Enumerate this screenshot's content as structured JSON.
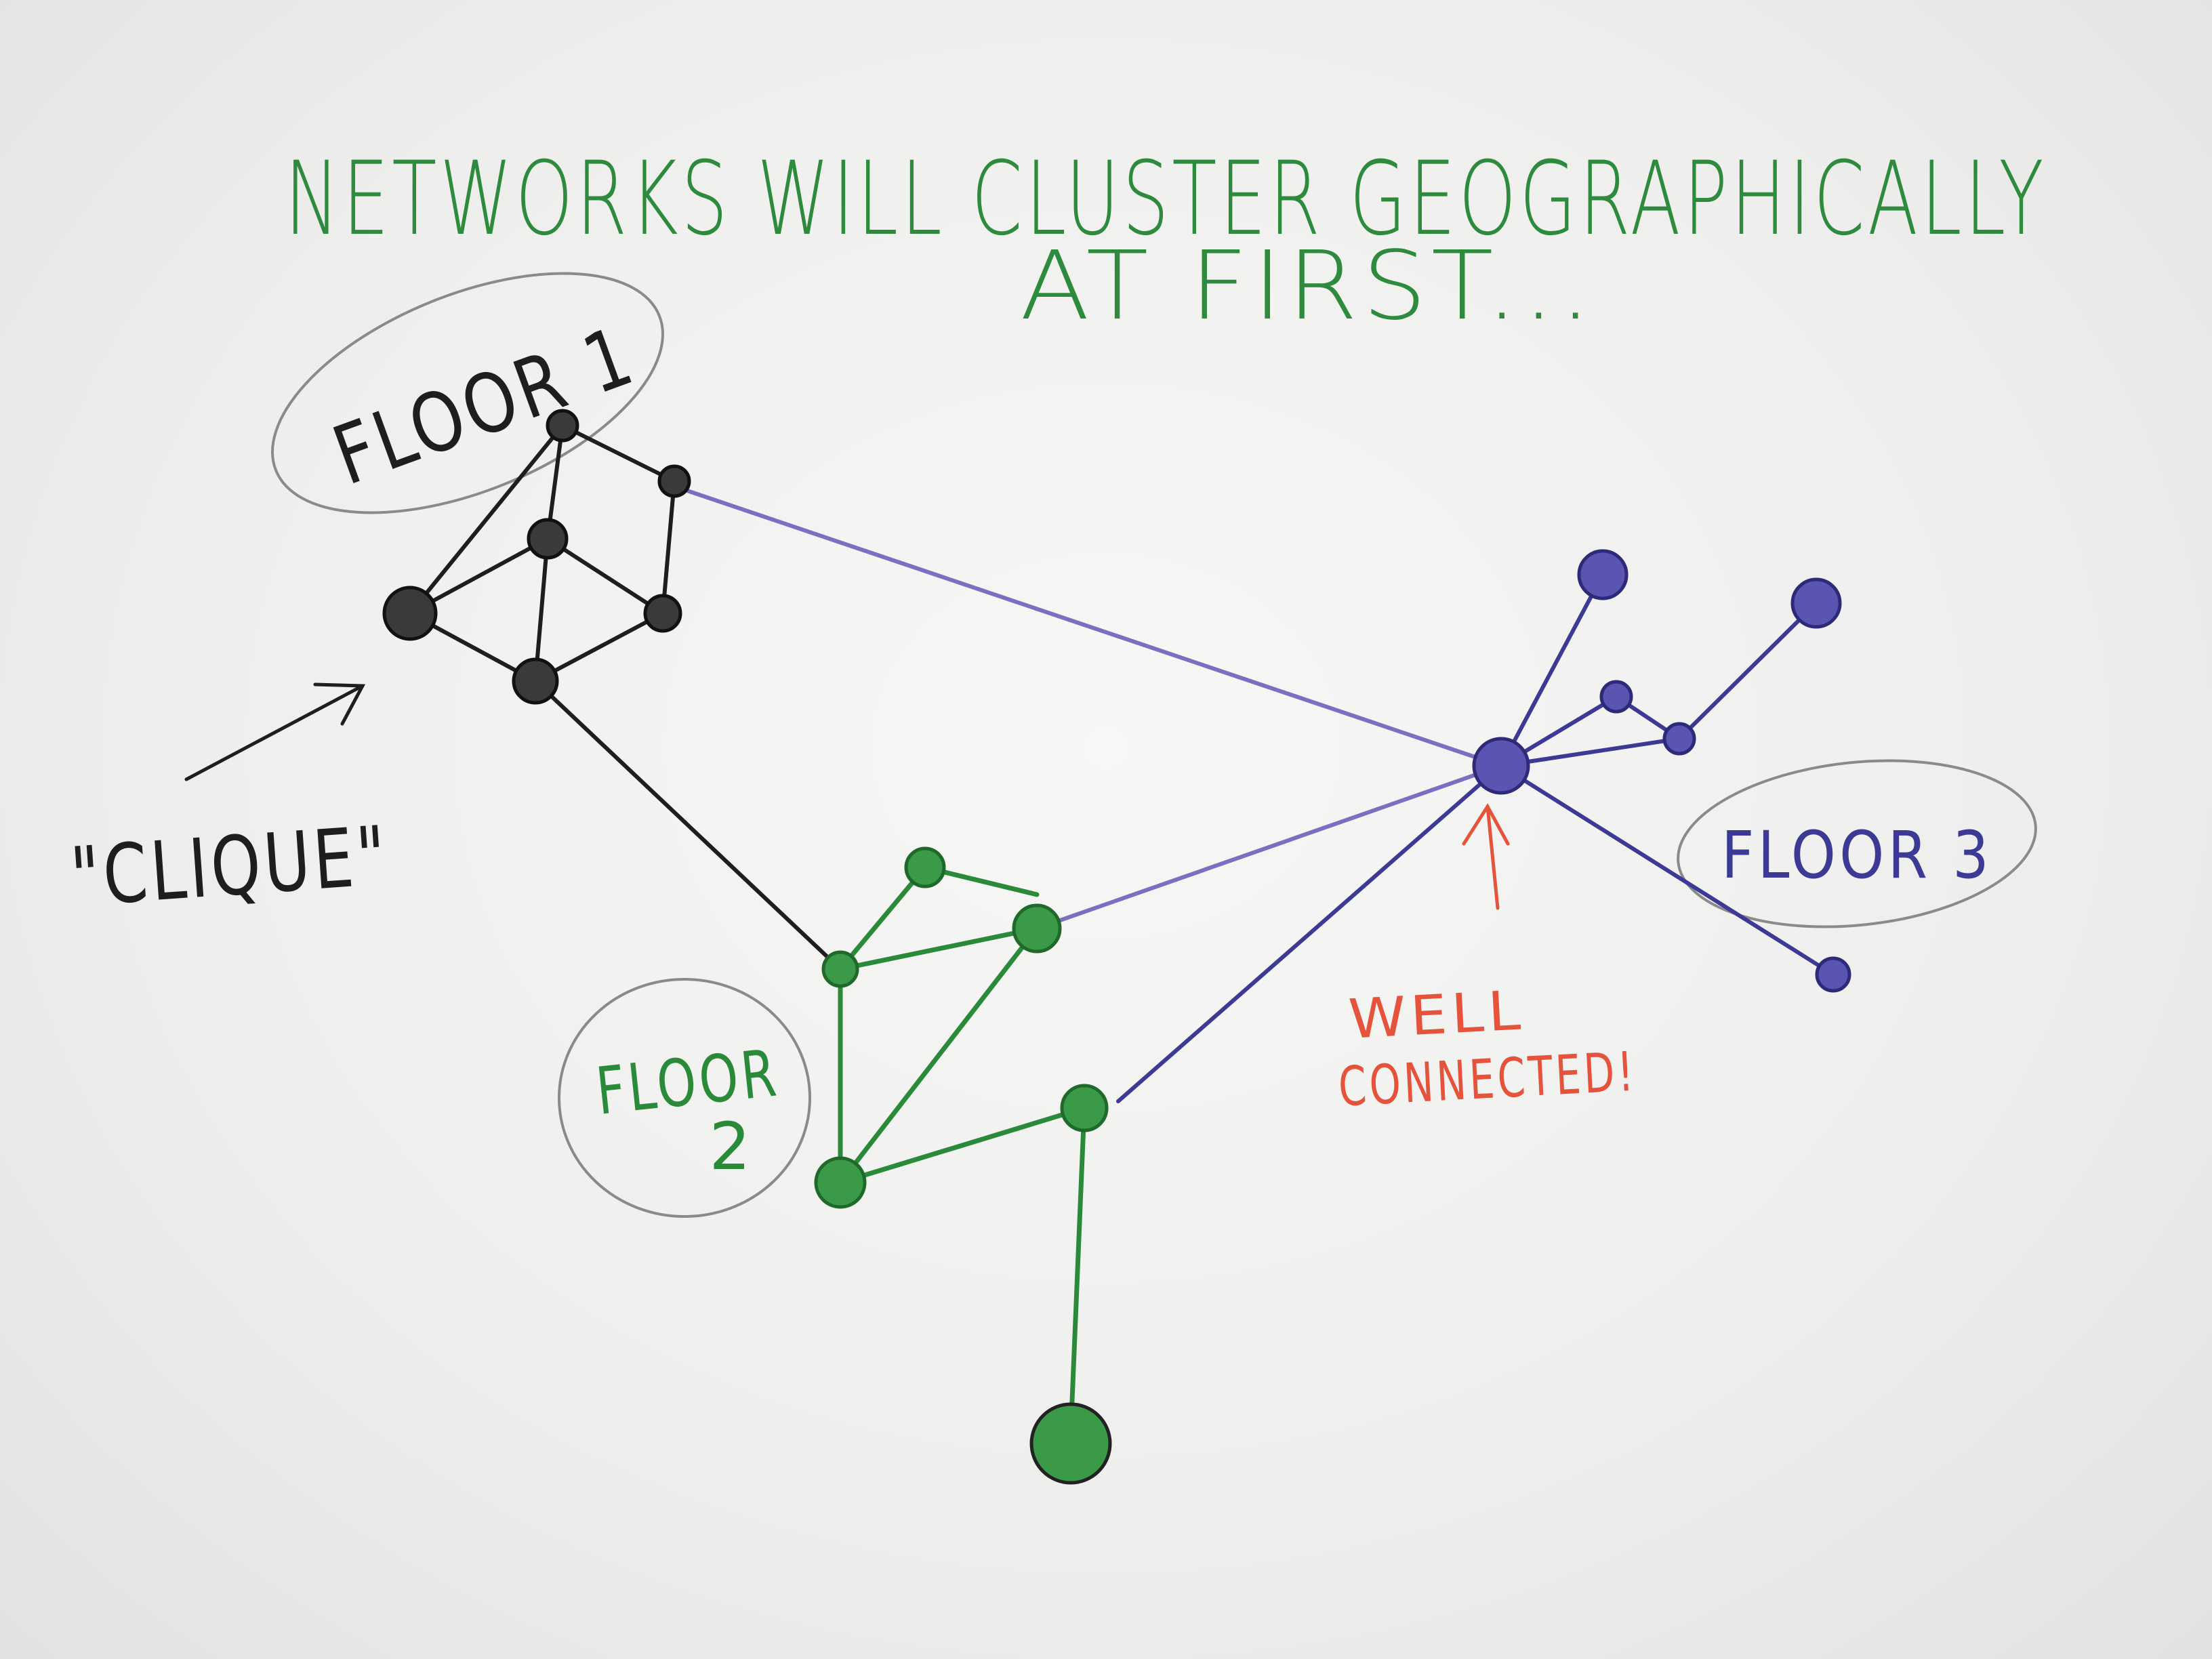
{
  "title": {
    "line1": "NETWORKS WILL CLUSTER GEOGRAPHICALLY",
    "line2": "AT FIRST..."
  },
  "labels": {
    "floor1": "FLOOR 1",
    "floor2_line1": "FLOOR",
    "floor2_line2": "2",
    "floor3": "FLOOR 3",
    "clique": "\"CLIQUE\"",
    "well_connected_line1": "WELL",
    "well_connected_line2": "CONNECTED!"
  },
  "colors": {
    "title": "#2e8b3e",
    "floor1": "#1e1e1e",
    "floor2": "#2a8a3a",
    "floor3": "#3d3a95",
    "cross_link": "#7a6fc0",
    "well_connected": "#e5533c",
    "ellipse_outline": "#8a8a8a"
  }
}
